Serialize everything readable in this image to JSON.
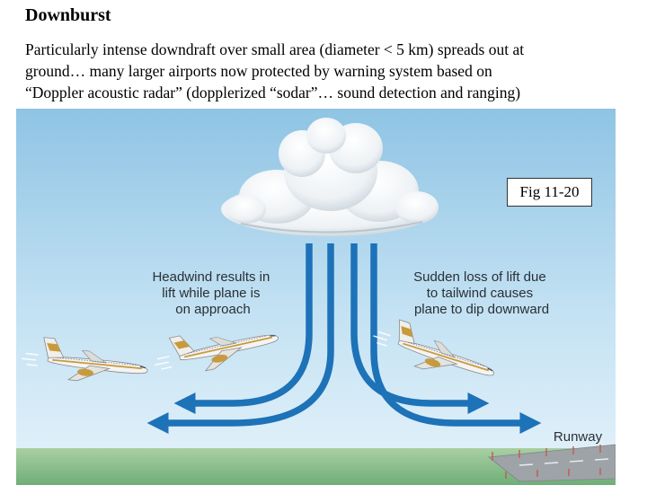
{
  "slide": {
    "title": "Downburst",
    "intro_lines": [
      "Particularly intense downdraft over small area (diameter < 5 km) spreads out at",
      "ground… many larger airports now protected by warning system based on",
      "“Doppler acoustic radar” (dopplerized “sodar”… sound detection and ranging)"
    ]
  },
  "figure": {
    "label": "Fig 11-20",
    "left_caption": [
      "Headwind results in",
      "lift while plane is",
      "on approach"
    ],
    "right_caption": [
      "Sudden loss of lift due",
      "to tailwind causes",
      "plane to dip downward"
    ],
    "runway_label": "Runway",
    "icons": [
      "cloud-icon",
      "airplane-icon",
      "arrow-icon"
    ],
    "colors": {
      "sky_top": "#8fc4e4",
      "sky_bottom": "#e6f3fb",
      "arrows": "#1d72b8",
      "ground": "#7ab480"
    }
  }
}
